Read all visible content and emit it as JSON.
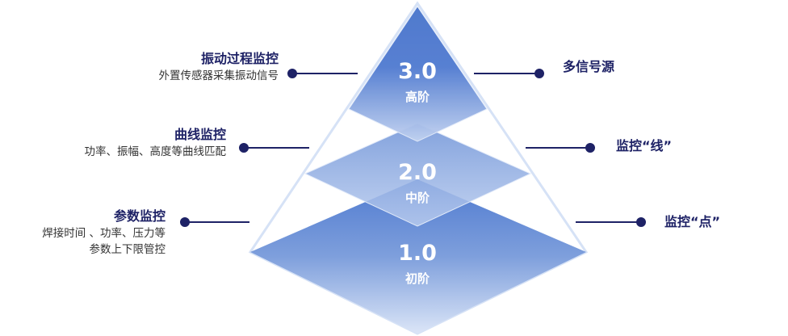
{
  "levels": [
    {
      "number": "3.0",
      "name": "高阶"
    },
    {
      "number": "2.0",
      "name": "中阶"
    },
    {
      "number": "1.0",
      "name": "初阶"
    }
  ],
  "left_labels": [
    {
      "title": "振动过程监控",
      "lines": [
        "外置传感器采集振动信号"
      ]
    },
    {
      "title": "曲线监控",
      "lines": [
        "功率、振幅、高度等曲线匹配"
      ]
    },
    {
      "title": "参数监控",
      "lines": [
        "焊接时间 、功率、压力等",
        "参数上下限管控"
      ]
    }
  ],
  "right_labels": [
    {
      "title": "多信号源"
    },
    {
      "title": "监控“线”"
    },
    {
      "title": "监控“点”"
    }
  ],
  "colors": {
    "primary": "#4a76cc",
    "line": "#1e2266",
    "outline": "#d6e2f6"
  }
}
